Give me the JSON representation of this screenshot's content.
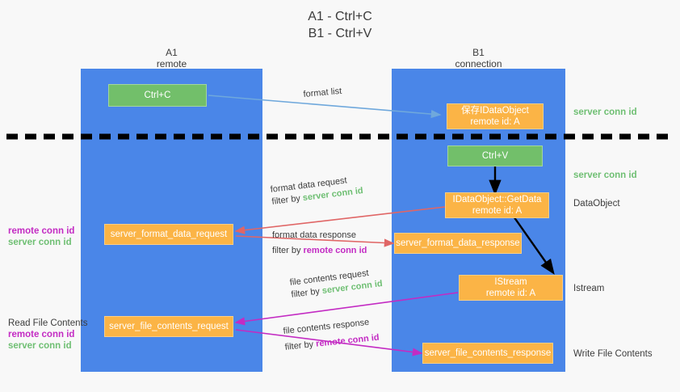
{
  "diagram": {
    "title_line1": "A1 - Ctrl+C",
    "title_line2": "B1 - Ctrl+V",
    "colors": {
      "lane": "#4a86e8",
      "green_box": "#72bf6a",
      "orange_box": "#fbb446",
      "green_text": "#6fbf73",
      "magenta_text": "#c32bc3",
      "blue_arrow": "#6fa8dc",
      "red_arrow": "#e06666",
      "magenta_arrow": "#c32bc3",
      "black_arrow": "#000000",
      "background": "#f8f8f8"
    }
  },
  "lanes": [
    {
      "name": "A1",
      "subtitle": "remote"
    },
    {
      "name": "B1",
      "subtitle": "connection"
    }
  ],
  "boxes": {
    "ctrl_c": {
      "line1": "Ctrl+C"
    },
    "save_idataobject": {
      "line1": "保存IDataObject",
      "line2": "remote id: A"
    },
    "ctrl_v": {
      "line1": "Ctrl+V"
    },
    "getdata": {
      "line1": "IDataObject::GetData",
      "line2": "remote id: A"
    },
    "server_format_data_request": {
      "line1": "server_format_data_request"
    },
    "server_format_data_response": {
      "line1": "server_format_data_response"
    },
    "istream": {
      "line1": "IStream",
      "line2": "remote id: A"
    },
    "server_file_contents_request": {
      "line1": "server_file_contents_request"
    },
    "server_file_contents_response": {
      "line1": "server_file_contents_response"
    }
  },
  "right_labels": {
    "server_conn_id_1": "server conn id",
    "server_conn_id_2": "server conn id",
    "dataobject": "DataObject",
    "istream": "Istream",
    "write_file_contents": "Write File Contents"
  },
  "left_labels": {
    "group1": {
      "remote": "remote conn id",
      "server": "server conn id"
    },
    "group2": {
      "heading": "Read File Contents",
      "remote": "remote conn id",
      "server": "server conn id"
    }
  },
  "annotations": {
    "format_list": "format list",
    "format_data_request": {
      "line1": "format data request",
      "prefix": "filter by ",
      "highlight": "server conn id"
    },
    "format_data_response": {
      "line1": "format data response",
      "prefix": "filter by ",
      "highlight": "remote conn id"
    },
    "file_contents_request": {
      "line1": "file contents request",
      "prefix": "filter by ",
      "highlight": "server conn id"
    },
    "file_contents_response": {
      "line1": "file contents response",
      "prefix": "filter by ",
      "highlight": "remote conn id"
    }
  }
}
